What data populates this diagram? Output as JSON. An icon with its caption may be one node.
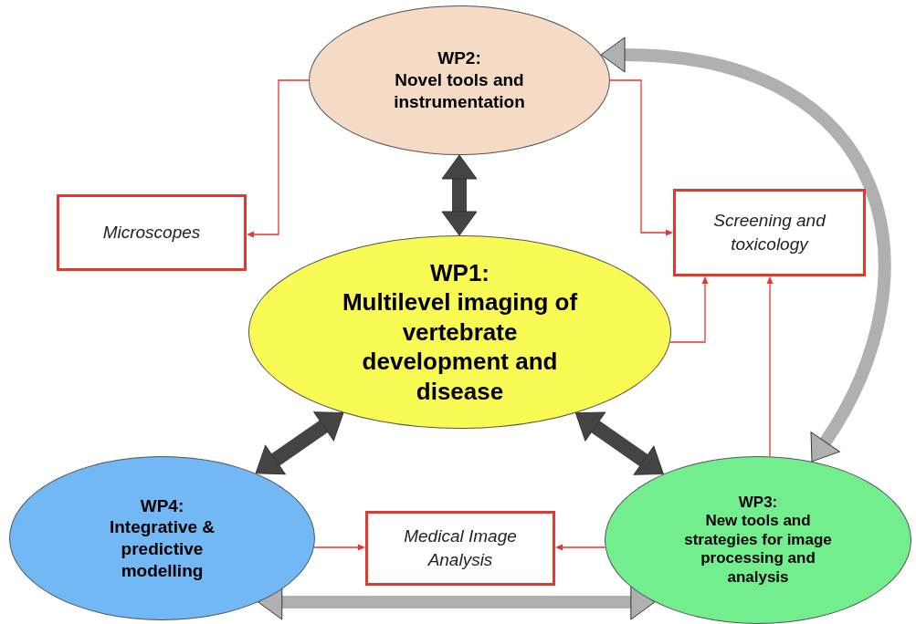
{
  "diagram": {
    "nodes": [
      {
        "text": [
          "WP2:",
          "Novel tools and instrumentation"
        ]
      },
      {
        "text": [
          "Microscopes"
        ]
      },
      {
        "text": [
          "Screening and toxicology"
        ]
      },
      {
        "text": [
          "WP1:",
          "Multilevel imaging of vertebrate development and disease"
        ]
      },
      {
        "text": [
          "WP4:",
          "Integrative & predictive modelling"
        ]
      },
      {
        "text": [
          "Medical Image Analysis"
        ]
      },
      {
        "text": [
          "WP3:",
          "New tools and strategies for image processing and analysis"
        ]
      }
    ],
    "edges": [
      {
        "from": 0,
        "to": 1,
        "arrow": "to"
      },
      {
        "from": 0,
        "to": 2,
        "arrow": "to"
      },
      {
        "from": 3,
        "to": 2,
        "arrow": "to"
      },
      {
        "from": 6,
        "to": 2,
        "arrow": "to"
      },
      {
        "from": 4,
        "to": 5,
        "arrow": "to"
      },
      {
        "from": 6,
        "to": 5,
        "arrow": "to"
      },
      {
        "from": 0,
        "to": 3,
        "arrow": "both",
        "style": "thick",
        "color": "#444444"
      },
      {
        "from": 3,
        "to": 4,
        "arrow": "both",
        "style": "thick",
        "color": "#444444"
      },
      {
        "from": 3,
        "to": 6,
        "arrow": "both",
        "style": "thick",
        "color": "#444444"
      },
      {
        "from": 4,
        "to": 6,
        "arrow": "both",
        "style": "thick",
        "color": "#b0b0b0"
      },
      {
        "from": 6,
        "to": 0,
        "arrow": "both",
        "style": "thick",
        "color": "#b0b0b0"
      }
    ]
  }
}
